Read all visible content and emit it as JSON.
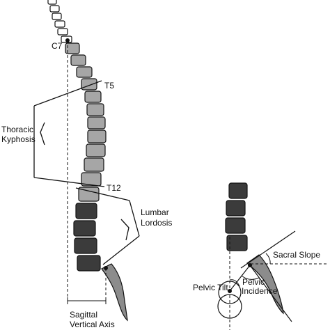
{
  "labels": {
    "c7": "C7",
    "t5": "T5",
    "t12": "T12",
    "thoracic_line1": "Thoracic",
    "thoracic_line2": "Kyphosis",
    "lumbar_line1": "Lumbar",
    "lumbar_line2": "Lordosis",
    "sva_line1": "Sagittal",
    "sva_line2": "Vertical Axis",
    "sacral_slope": "Sacral Slope",
    "pelvic_tilt": "Pelvic Tilt",
    "pelvic_incidence_line1": "Pelvic",
    "pelvic_incidence_line2": "Incidence"
  },
  "colors": {
    "cervical": "#ffffff",
    "thoracic": "#a6a6a6",
    "lumbar": "#3b3b3b",
    "sacrum": "#8c8c8c",
    "line": "#111111"
  }
}
